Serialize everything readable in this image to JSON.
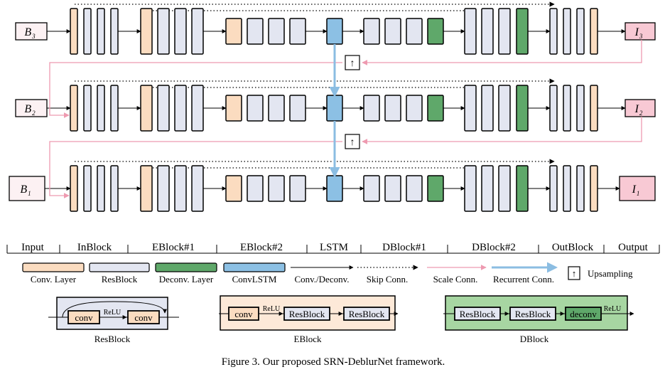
{
  "stages": [
    "Input",
    "InBlock",
    "EBlock#1",
    "EBlock#2",
    "LSTM",
    "DBlock#1",
    "DBlock#2",
    "OutBlock",
    "Output"
  ],
  "inputs": [
    {
      "letter": "B",
      "sub": "3"
    },
    {
      "letter": "B",
      "sub": "2"
    },
    {
      "letter": "B",
      "sub": "1"
    }
  ],
  "outputs": [
    {
      "letter": "I",
      "sub": "3"
    },
    {
      "letter": "I",
      "sub": "2"
    },
    {
      "letter": "I",
      "sub": "1"
    }
  ],
  "upsampling_symbol": "↑",
  "legend": {
    "conv_layer": "Conv. Layer",
    "resblock": "ResBlock",
    "deconv_layer": "Deconv. Layer",
    "convlstm": "ConvLSTM",
    "conv_deconv": "Conv./Deconv.",
    "skip_conn": "Skip Conn.",
    "scale_conn": "Scale Conn.",
    "recurrent_conn": "Recurrent Conn.",
    "upsampling": "Upsampling"
  },
  "details": {
    "resblock": {
      "caption": "ResBlock",
      "conv1": "conv",
      "relu": "ReLU",
      "conv2": "conv"
    },
    "eblock": {
      "caption": "EBlock",
      "conv": "conv",
      "relu": "ReLU",
      "res1": "ResBlock",
      "res2": "ResBlock"
    },
    "dblock": {
      "caption": "DBlock",
      "res1": "ResBlock",
      "res2": "ResBlock",
      "deconv": "deconv",
      "relu": "ReLU"
    }
  },
  "caption": "Figure 3. Our proposed SRN-DeblurNet framework.",
  "colors": {
    "conv": "#fbdcc0",
    "res": "#e3e6f1",
    "deconv": "#5fa86a",
    "lstm": "#8cc0e4",
    "input_fill": "#fcf1f3",
    "output_fill": "#f8c9d4",
    "pink_line": "#ee9ab0",
    "blue_line": "#8bbde2",
    "eblock_bg": "#fde9d8",
    "dblock_bg": "#a7d6a2",
    "resblock_bg": "#e3e6f1"
  }
}
